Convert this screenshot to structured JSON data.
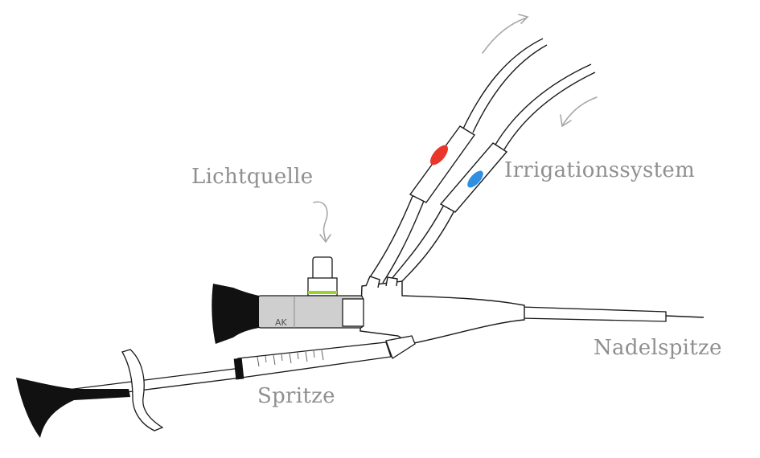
{
  "labels": {
    "light_source": "Lichtquelle",
    "irrigation": "Irrigationssystem",
    "needle_tip": "Nadelspitze",
    "syringe": "Spritze"
  },
  "scope_marking": "AK",
  "colors": {
    "outline": "#1a1a1a",
    "label_text": "#8f8f8f",
    "inflow_valve": "#e8372a",
    "outflow_valve": "#2f8fe3",
    "light_port_ring": "#9bd32e",
    "eyepiece": "#111111",
    "scope_body": "#cfcfcf",
    "arrow": "#a8a8a8"
  }
}
